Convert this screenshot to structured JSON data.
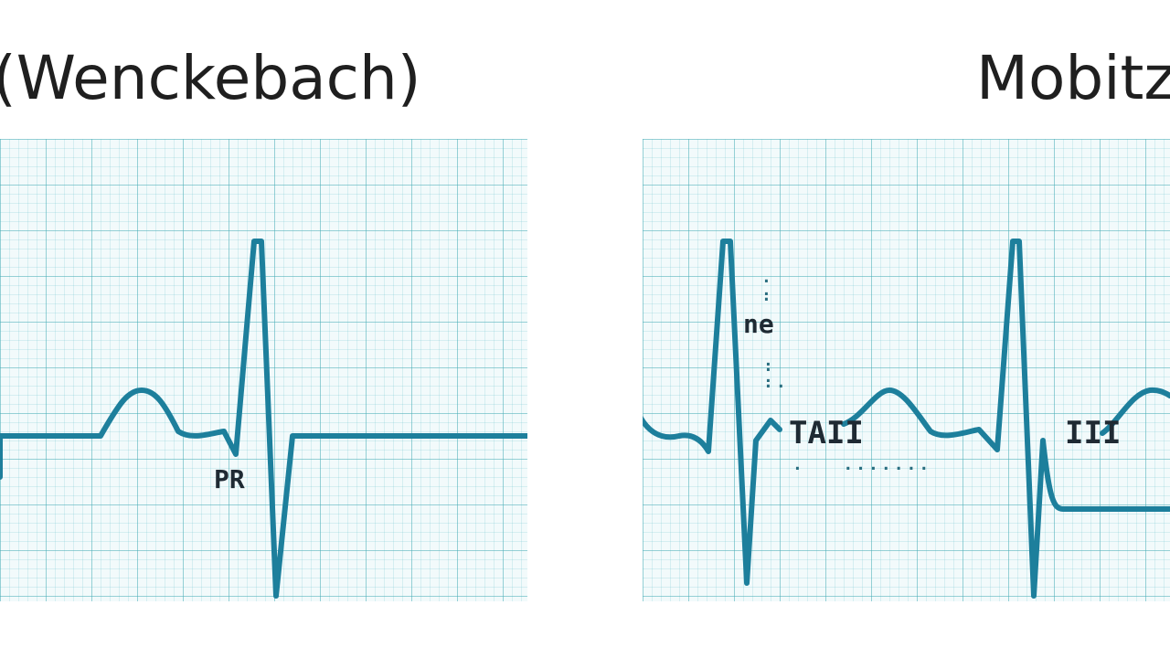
{
  "titles": {
    "left": "(Wenckebach)",
    "right": "Mobitz"
  },
  "labels": {
    "left_pr": "PR",
    "right_ne": "ne",
    "right_tail": "TAII",
    "right_iii": "III"
  },
  "colors": {
    "trace": "#1d7f9c",
    "grid_major": "#46aab4",
    "grid_minor": "#6ec3cd",
    "background": "#ffffff",
    "title": "#1f1f1f"
  }
}
